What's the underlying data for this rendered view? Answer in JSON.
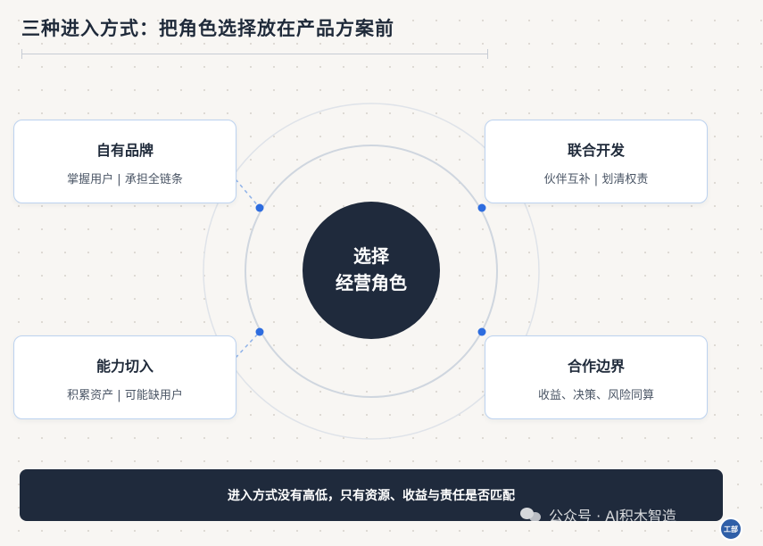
{
  "title": "三种进入方式：把角色选择放在产品方案前",
  "center": {
    "line1": "选择",
    "line2": "经营角色"
  },
  "cards": {
    "top_left": {
      "title": "自有品牌",
      "subtitle": "掌握用户 | 承担全链条"
    },
    "top_right": {
      "title": "联合开发",
      "subtitle": "伙伴互补 | 划清权责"
    },
    "bottom_left": {
      "title": "能力切入",
      "subtitle": "积累资产 | 可能缺用户"
    },
    "bottom_right": {
      "title": "合作边界",
      "subtitle": "收益、决策、风险同算"
    }
  },
  "banner": "进入方式没有高低，只有资源、收益与责任是否匹配",
  "watermark": {
    "text": "公众号 · AI积木智造",
    "badge": "工部"
  },
  "colors": {
    "dark_navy": "#1f2a3c",
    "accent_blue": "#2d6cdf",
    "card_border": "#bcd2ef",
    "ring": "#cfd6df",
    "background": "#f8f6f3"
  }
}
